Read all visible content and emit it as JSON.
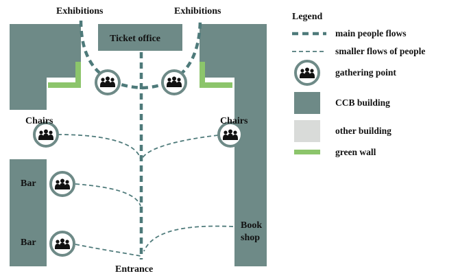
{
  "map": {
    "labels": {
      "exhibitions_left": "Exhibitions",
      "exhibitions_right": "Exhibitions",
      "ticket_office": "Ticket office",
      "chairs_left": "Chairs",
      "chairs_right": "Chairs",
      "bar_upper": "Bar",
      "bar_lower": "Bar",
      "book_shop_line1": "Book",
      "book_shop_line2": "shop",
      "entrance": "Entrance"
    }
  },
  "legend": {
    "title": "Legend",
    "items": [
      {
        "label": "main people flows",
        "symbol": "main-flow-line",
        "color": "#4e7a7a"
      },
      {
        "label": "smaller flows of people",
        "symbol": "small-flow-line",
        "color": "#4e7a7a"
      },
      {
        "label": "gathering point",
        "symbol": "people-icon"
      },
      {
        "label": "CCB building",
        "symbol": "swatch",
        "color": "#6e8a87"
      },
      {
        "label": "other building",
        "symbol": "swatch",
        "color": "#d9dbd9"
      },
      {
        "label": "green wall",
        "symbol": "swatch",
        "color": "#8cc56b"
      }
    ]
  },
  "colors": {
    "ccb_building": "#6e8a87",
    "other_building": "#d9dbd9",
    "green_wall": "#8cc56b",
    "flow": "#4e7a7a",
    "icon_ring": "#6e8a87"
  }
}
